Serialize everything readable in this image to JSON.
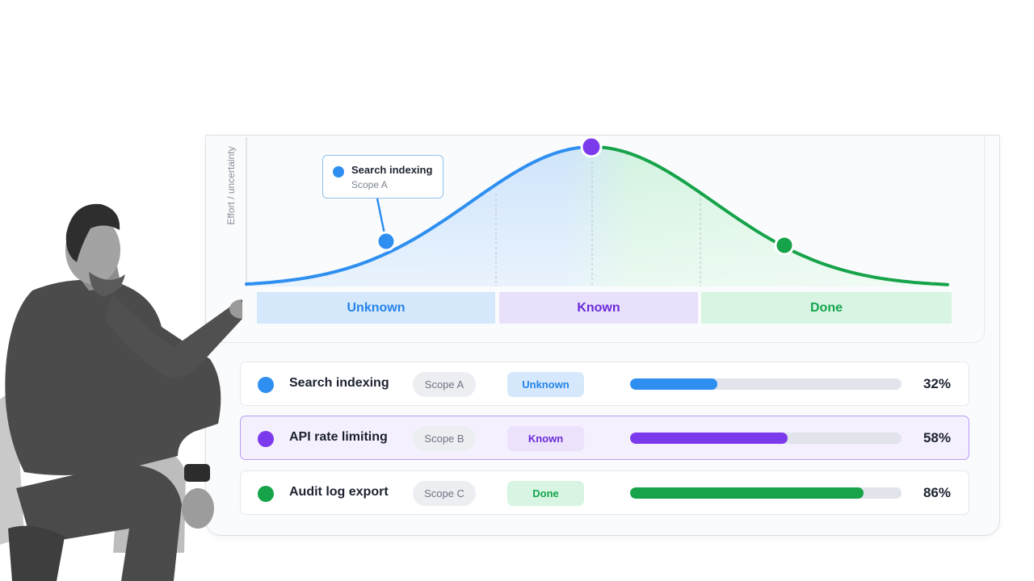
{
  "chart": {
    "y_axis_label": "Effort / uncertainty",
    "tooltip": {
      "title": "Search indexing",
      "subtitle": "Scope A"
    },
    "bands": [
      {
        "label": "Unknown"
      },
      {
        "label": "Known"
      },
      {
        "label": "Done"
      }
    ],
    "colors": {
      "unknown": "#2e8ff0",
      "known": "#7c3aed",
      "done": "#16a34a"
    }
  },
  "rows": [
    {
      "name": "Search indexing",
      "scope": "Scope A",
      "status": "Unknown",
      "progress": 0.32,
      "progress_label": "32%",
      "color": "#2e8ff0",
      "selected": false
    },
    {
      "name": "API rate limiting",
      "scope": "Scope B",
      "status": "Known",
      "progress": 0.58,
      "progress_label": "58%",
      "color": "#7c3aed",
      "selected": true
    },
    {
      "name": "Audit log export",
      "scope": "Scope C",
      "status": "Done",
      "progress": 0.86,
      "progress_label": "86%",
      "color": "#16a34a",
      "selected": false
    }
  ],
  "presenter": {
    "image": "person-pointing-at-chart"
  }
}
